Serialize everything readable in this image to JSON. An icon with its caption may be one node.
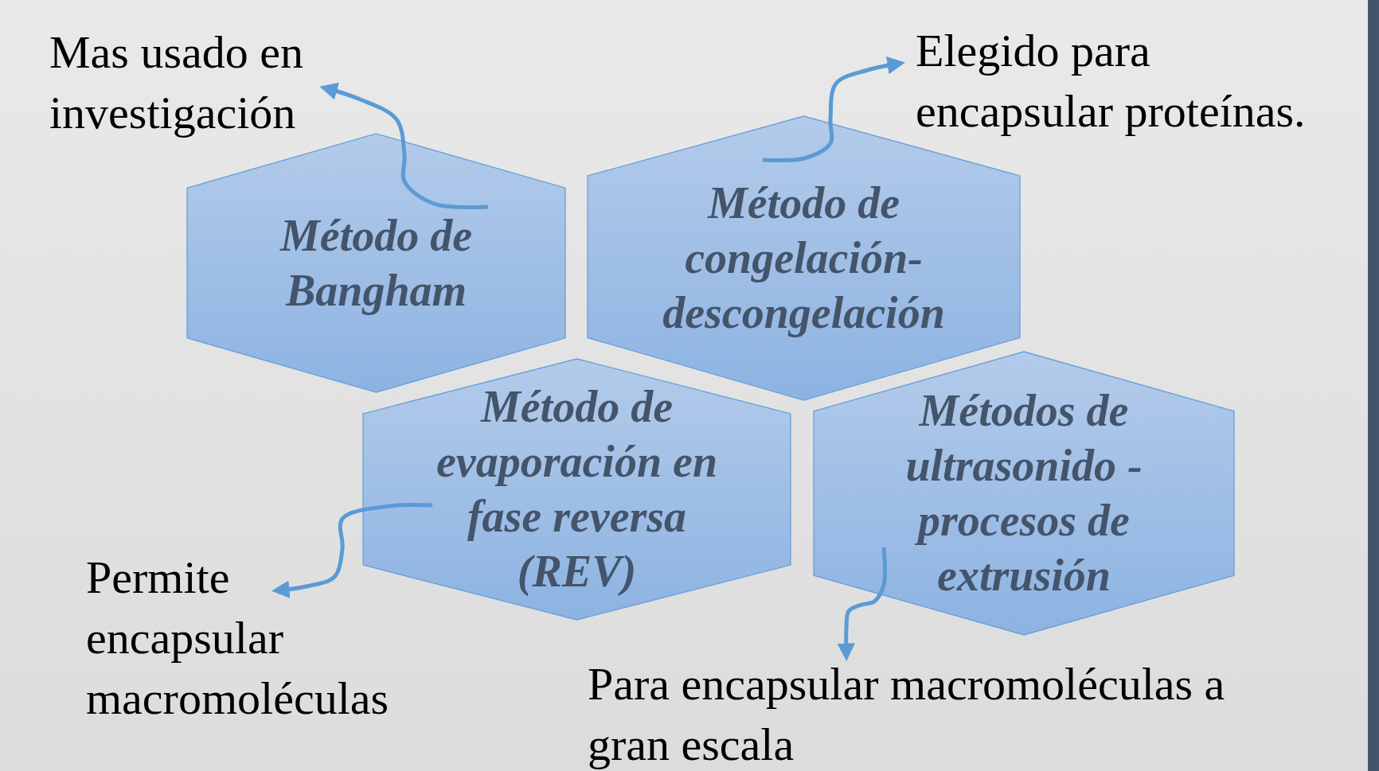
{
  "diagram": {
    "nodes": [
      {
        "text": [
          "Mas usado en investigación"
        ]
      },
      {
        "text": [
          "Elegido para encapsular proteínas."
        ]
      },
      {
        "text": [
          "Método de Bangham"
        ]
      },
      {
        "text": [
          "Método de congelación-descongelación"
        ]
      },
      {
        "text": [
          "Método de evaporación en fase reversa (REV)"
        ]
      },
      {
        "text": [
          "Métodos de ultrasonido - procesos de extrusión"
        ]
      },
      {
        "text": [
          "Permite encapsular macromoléculas"
        ]
      },
      {
        "text": [
          "Para encapsular macromoléculas a gran escala"
        ]
      }
    ],
    "edges": [
      {
        "from": 2,
        "to": 0,
        "arrow": "to"
      },
      {
        "from": 3,
        "to": 1,
        "arrow": "to"
      },
      {
        "from": 4,
        "to": 6,
        "arrow": "to"
      },
      {
        "from": 5,
        "to": 7,
        "arrow": "to"
      }
    ]
  }
}
